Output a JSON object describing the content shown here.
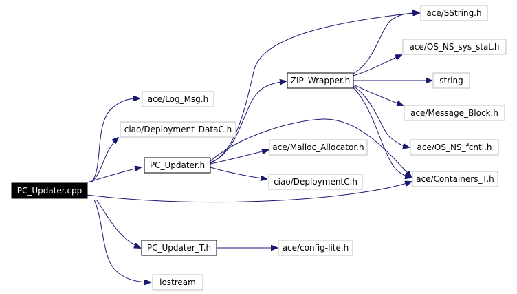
{
  "graph": {
    "nodes": [
      {
        "id": "pc_updater_cpp",
        "label": "PC_Updater.cpp",
        "style": "root"
      },
      {
        "id": "log_msg",
        "label": "ace/Log_Msg.h",
        "style": "external"
      },
      {
        "id": "deployment_datac",
        "label": "ciao/Deployment_DataC.h",
        "style": "external"
      },
      {
        "id": "pc_updater_h",
        "label": "PC_Updater.h",
        "style": "local"
      },
      {
        "id": "containers_t",
        "label": "ace/Containers_T.h",
        "style": "external"
      },
      {
        "id": "pc_updater_t_h",
        "label": "PC_Updater_T.h",
        "style": "local"
      },
      {
        "id": "iostream",
        "label": "iostream",
        "style": "external"
      },
      {
        "id": "zip_wrapper",
        "label": "ZIP_Wrapper.h",
        "style": "local"
      },
      {
        "id": "malloc_allocator",
        "label": "ace/Malloc_Allocator.h",
        "style": "external"
      },
      {
        "id": "deploymentc",
        "label": "ciao/DeploymentC.h",
        "style": "external"
      },
      {
        "id": "sstring",
        "label": "ace/SString.h",
        "style": "external"
      },
      {
        "id": "os_ns_sys_stat",
        "label": "ace/OS_NS_sys_stat.h",
        "style": "external"
      },
      {
        "id": "string",
        "label": "string",
        "style": "external"
      },
      {
        "id": "message_block",
        "label": "ace/Message_Block.h",
        "style": "external"
      },
      {
        "id": "os_ns_fcntl",
        "label": "ace/OS_NS_fcntl.h",
        "style": "external"
      },
      {
        "id": "config_lite",
        "label": "ace/config-lite.h",
        "style": "external"
      }
    ],
    "edges": [
      {
        "from": "pc_updater_cpp",
        "to": "log_msg"
      },
      {
        "from": "pc_updater_cpp",
        "to": "deployment_datac"
      },
      {
        "from": "pc_updater_cpp",
        "to": "pc_updater_h"
      },
      {
        "from": "pc_updater_cpp",
        "to": "containers_t"
      },
      {
        "from": "pc_updater_cpp",
        "to": "pc_updater_t_h"
      },
      {
        "from": "pc_updater_cpp",
        "to": "iostream"
      },
      {
        "from": "pc_updater_h",
        "to": "zip_wrapper"
      },
      {
        "from": "pc_updater_h",
        "to": "sstring"
      },
      {
        "from": "pc_updater_h",
        "to": "malloc_allocator"
      },
      {
        "from": "pc_updater_h",
        "to": "deploymentc"
      },
      {
        "from": "pc_updater_h",
        "to": "containers_t"
      },
      {
        "from": "zip_wrapper",
        "to": "sstring"
      },
      {
        "from": "zip_wrapper",
        "to": "os_ns_sys_stat"
      },
      {
        "from": "zip_wrapper",
        "to": "string"
      },
      {
        "from": "zip_wrapper",
        "to": "message_block"
      },
      {
        "from": "zip_wrapper",
        "to": "os_ns_fcntl"
      },
      {
        "from": "zip_wrapper",
        "to": "containers_t"
      },
      {
        "from": "pc_updater_t_h",
        "to": "config_lite"
      }
    ]
  },
  "colors": {
    "edge": "#191970",
    "root_fill": "#000000",
    "root_text": "#ffffff",
    "local_border": "#000000",
    "external_border": "#bfbfbf",
    "node_text": "#000000",
    "node_fill": "#ffffff"
  }
}
